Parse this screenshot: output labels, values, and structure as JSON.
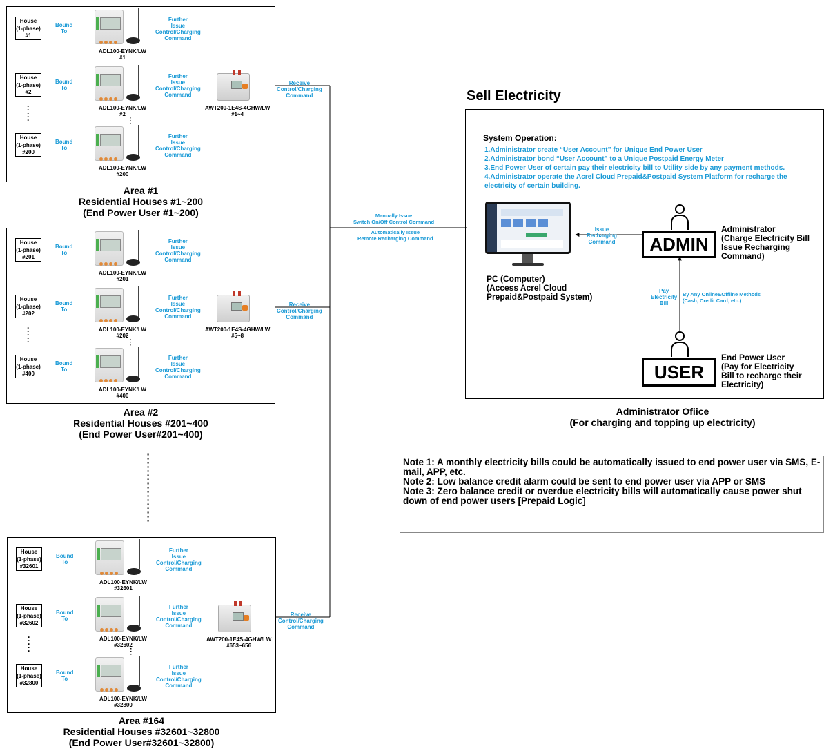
{
  "areas": [
    {
      "title": "Area #1",
      "subtitle": "Residential Houses #1~200",
      "users": "(End Power User #1~200)",
      "gateway_model": "AWT200-1E4S-4GHW/LW",
      "gateway_id": "#1~4",
      "rows": [
        {
          "house_id": "#1",
          "meter_id": "#1"
        },
        {
          "house_id": "#2",
          "meter_id": "#2"
        },
        {
          "house_id": "#200",
          "meter_id": "#200"
        }
      ]
    },
    {
      "title": "Area #2",
      "subtitle": "Residential Houses #201~400",
      "users": "(End Power User#201~400)",
      "gateway_model": "AWT200-1E4S-4GHW/LW",
      "gateway_id": "#5~8",
      "rows": [
        {
          "house_id": "#201",
          "meter_id": "#201"
        },
        {
          "house_id": "#202",
          "meter_id": "#202"
        },
        {
          "house_id": "#400",
          "meter_id": "#400"
        }
      ]
    },
    {
      "title": "Area #164",
      "subtitle": "Residential Houses #32601~32800",
      "users": "(End Power User#32601~32800)",
      "gateway_model": "AWT200-1E4S-4GHW/LW",
      "gateway_id": "#653~656",
      "rows": [
        {
          "house_id": "#32601",
          "meter_id": "#32601"
        },
        {
          "house_id": "#32602",
          "meter_id": "#32602"
        },
        {
          "house_id": "#32800",
          "meter_id": "#32800"
        }
      ]
    }
  ],
  "labels": {
    "house_l1": "House",
    "house_l2": "(1-phase)",
    "bound_l1": "Bound",
    "bound_l2": "To",
    "meter_model": "ADL100-EYNK/LW",
    "further_l1": "Further",
    "further_l2": "Issue",
    "further_l3": "Control/Charging",
    "further_l4": "Command",
    "receive_l1": "Receive",
    "receive_l2": "Control/Charging",
    "receive_l3": "Command"
  },
  "link_labels": {
    "manual_l1": "Manually Issue",
    "manual_l2": "Switch On/Off Control Command",
    "auto_l1": "Automatically Issue",
    "auto_l2": "Remote Recharging Command"
  },
  "sell": {
    "title": "Sell Electricity",
    "system_operation": "System Operation:",
    "steps": [
      "1.Administrator create “User Account” for Unique End Power User",
      "2.Administrator bond “User Account” to a Unique Postpaid Energy Meter",
      "3.End Power User of certain pay their electricity bill to Utility side by any payment methods.",
      "4.Administrator operate the Acrel Cloud Prepaid&Postpaid System Platform for recharge the",
      "electricity of certain building."
    ],
    "pc_l1": "PC (Computer)",
    "pc_l2": "(Access Acrel Cloud",
    "pc_l3": "Prepaid&Postpaid System)",
    "issue_l1": "Issue",
    "issue_l2": "Recharging",
    "issue_l3": "Command",
    "admin_box": "ADMIN",
    "admin_l1": "Administrator",
    "admin_l2": "(Charge Electricity Bill",
    "admin_l3": "Issue Recharging",
    "admin_l4": "Command)",
    "pay_l1": "Pay",
    "pay_l2": "Electricity",
    "pay_l3": "Bill",
    "methods_l1": "By Any Online&Offline Methods",
    "methods_l2": "(Cash, Credit Card, etc.)",
    "user_box": "USER",
    "user_l1": "End Power User",
    "user_l2": "(Pay for Electricity",
    "user_l3": "Bill to recharge their",
    "user_l4": "Electricity)",
    "office_l1": "Administrator Ofiice",
    "office_l2": "(For charging and topping up electricity)"
  },
  "notes": [
    "Note 1: A monthly electricity bills could be automatically issued to end power user via SMS, E-mail, APP, etc.",
    "Note 2: Low balance credit alarm could be sent to end power user via APP or SMS",
    "Note 3: Zero balance credit or overdue electricity bills will automatically cause power shut down of end power users [Prepaid Logic]"
  ],
  "colors": {
    "accent_blue": "#1a9ad6",
    "line": "#000000"
  }
}
